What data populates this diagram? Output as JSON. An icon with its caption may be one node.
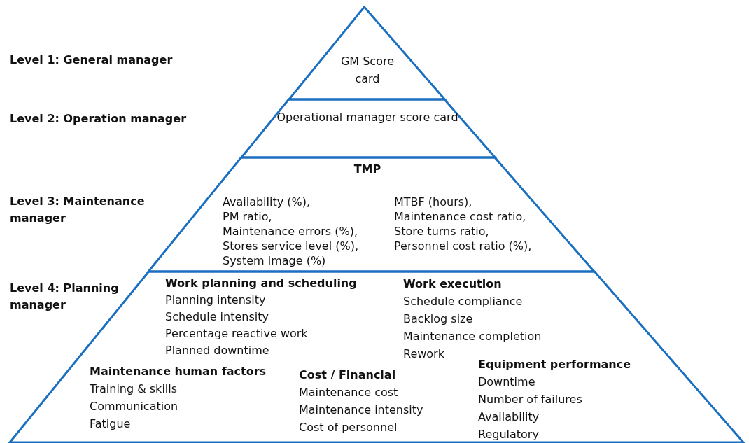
{
  "diagram": {
    "nodes": [
      {
        "text": [
          "GM Score card"
        ]
      },
      {
        "text": [
          "Operational manager score card"
        ]
      },
      {
        "text": [
          "TMP"
        ]
      },
      {
        "text": [
          "Availability (%),",
          "PM ratio,",
          "Maintenance errors (%),",
          "Stores service level (%),",
          "System image (%)"
        ],
        "in": 2
      },
      {
        "text": [
          "MTBF (hours),",
          "Maintenance cost ratio,",
          "Store turns ratio,",
          "Personnel cost ratio (%),"
        ],
        "in": 2
      },
      {
        "text": [],
        "shape": "box"
      },
      {
        "text": [
          "Work planning and scheduling",
          "Planning intensity",
          "Schedule intensity",
          "Percentage reactive work",
          "Planned downtime"
        ],
        "in": 5
      },
      {
        "text": [
          "Work execution",
          "Schedule compliance",
          "Backlog size",
          "Maintenance completion",
          "Rework"
        ],
        "in": 5
      },
      {
        "text": [
          "Maintenance human factors",
          "Training & skills",
          "Communication",
          "Fatigue"
        ],
        "in": 5
      },
      {
        "text": [
          "Cost / Financial",
          "Maintenance cost",
          "Maintenance intensity",
          "Cost of personnel"
        ],
        "in": 5
      },
      {
        "text": [
          "Equipment performance",
          "Downtime",
          "Number of failures",
          "Availability",
          "Regulatory"
        ],
        "in": 5
      }
    ],
    "labels": [
      "Level 1: General manager",
      "Level 2: Operation manager",
      "Level 3: Maintenance manager",
      "Level 4: Planning manager"
    ]
  }
}
